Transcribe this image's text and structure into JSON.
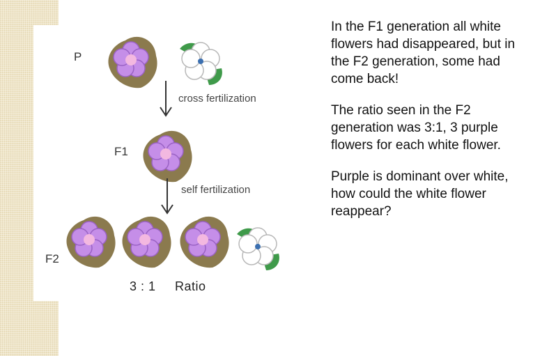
{
  "diagram": {
    "generation_labels": {
      "p": "P",
      "f1": "F1",
      "f2": "F2"
    },
    "arrow_labels": {
      "cross": "cross fertilization",
      "self": "self fertilization"
    },
    "ratio_text": "3 : 1",
    "ratio_word": "Ratio",
    "colors": {
      "purple_petal": "#c58ee8",
      "purple_outline": "#9a62c4",
      "purple_center": "#f3b8e0",
      "leaf_brown": "#8b7a4e",
      "white_petal": "#ffffff",
      "white_outline": "#b8b8b8",
      "white_center": "#3b6fb0",
      "leaf_green": "#3f9a4a"
    }
  },
  "text": {
    "paragraph_1": "In the F1 generation all white flowers had disappeared, but in the F2 generation, some had come back!",
    "paragraph_2": "The ratio seen in the F2 generation was 3:1, 3 purple flowers for each white flower.",
    "paragraph_3": "Purple is dominant over white, how could the white flower reappear?"
  }
}
